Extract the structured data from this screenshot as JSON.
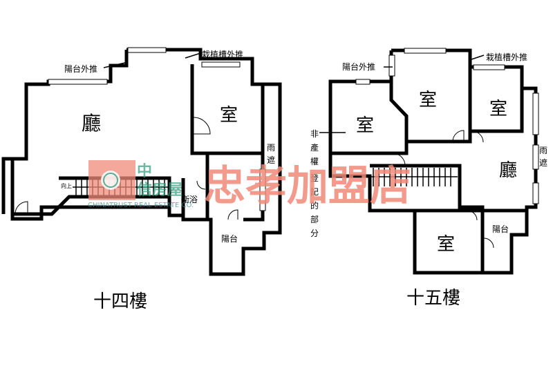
{
  "floor14": {
    "caption": "十四樓",
    "rooms": {
      "living": "廳",
      "bedroom": "室",
      "bath": "衛浴",
      "balcony": "陽台"
    },
    "labels": {
      "balcony_out": "陽台外推",
      "planter_out": "栽植槽外推",
      "rain_shelter_1": "雨",
      "rain_shelter_2": "遮",
      "stair_up": "向上"
    }
  },
  "floor15": {
    "caption": "十五樓",
    "rooms": {
      "bedroom_left": "室",
      "bedroom_mid": "室",
      "bedroom_right": "室",
      "living": "廳",
      "bedroom_bottom": "室",
      "balcony": "陽台"
    },
    "labels": {
      "balcony_out": "陽台外推",
      "planter_out": "栽植槽外推",
      "rain_shelter_1": "雨",
      "rain_shelter_2": "遮",
      "non_property": [
        "非",
        "產",
        "權",
        "登",
        "記",
        "的",
        "部",
        "分"
      ]
    }
  },
  "watermark": {
    "logo_cn_1": "中",
    "logo_cn_2": "信房屋",
    "logo_en": "CHINATRUST REAL ESTATE CO.",
    "store": "忠孝加盟店"
  }
}
